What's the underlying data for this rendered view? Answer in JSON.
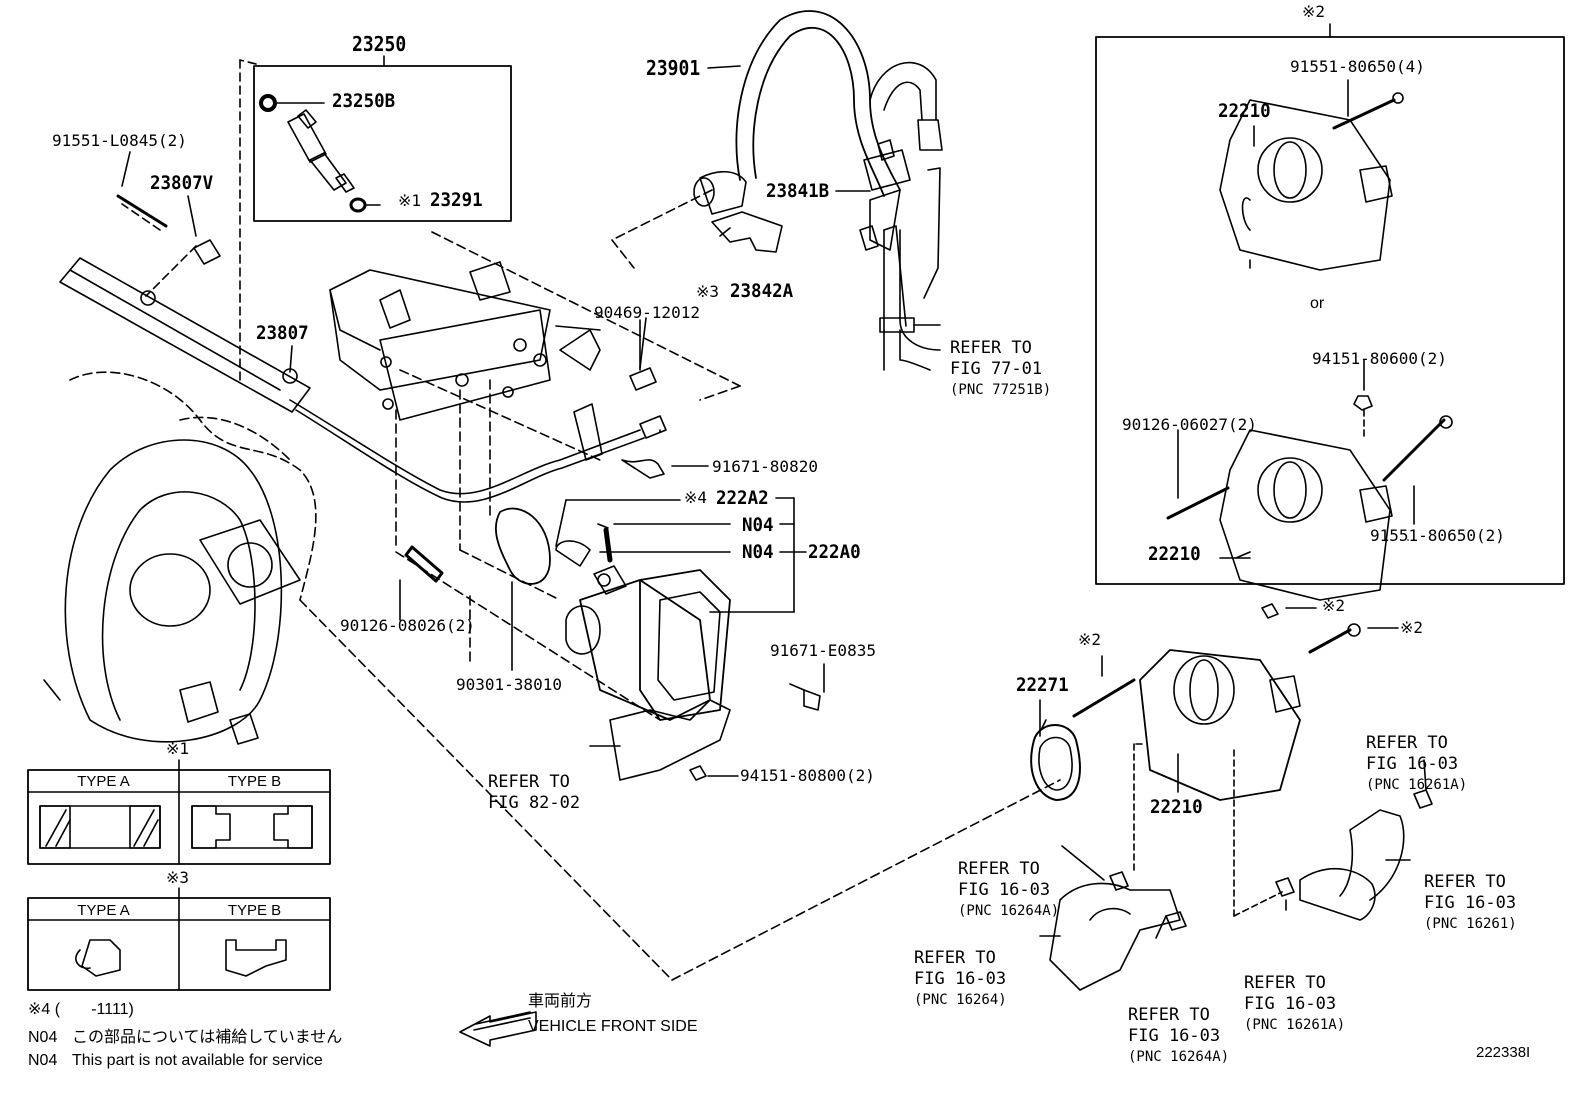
{
  "parts": {
    "p23250": "23250",
    "p23250B": "23250B",
    "p23291": "23291",
    "p23291_mark": "※1",
    "p91551_L0845": "91551-L0845(2)",
    "p23807V": "23807V",
    "p23807": "23807",
    "p23901": "23901",
    "p23841B": "23841B",
    "p23842A": "23842A",
    "p23842A_mark": "※3",
    "p90469": "90469-12012",
    "p91671_80820": "91671-80820",
    "p222A2": "222A2",
    "p222A2_mark": "※4",
    "pN04a": "N04",
    "pN04b": "N04",
    "p222A0": "222A0",
    "p90126_08026": "90126-08026(2)",
    "p90301": "90301-38010",
    "p91671_E0835": "91671-E0835",
    "p94151_80800": "94151-80800(2)",
    "p22271": "22271",
    "p22271_mark": "※2",
    "p22210_main": "22210",
    "mark_nut": "※2",
    "mark_bolt": "※2"
  },
  "refs": {
    "r77": [
      "REFER TO",
      "FIG 77-01",
      "(PNC 77251B)"
    ],
    "r82": [
      "REFER TO",
      "FIG 82-02"
    ],
    "r16261A_top": [
      "REFER TO",
      "FIG 16-03",
      "(PNC 16261A)"
    ],
    "r16261": [
      "REFER TO",
      "FIG 16-03",
      "(PNC 16261)"
    ],
    "r16264A_a": [
      "REFER TO",
      "FIG 16-03",
      "(PNC 16264A)"
    ],
    "r16264": [
      "REFER TO",
      "FIG 16-03",
      "(PNC 16264)"
    ],
    "r16264A_b": [
      "REFER TO",
      "FIG 16-03",
      "(PNC 16264A)"
    ],
    "r16261A_b": [
      "REFER TO",
      "FIG 16-03",
      "(PNC 16261A)"
    ]
  },
  "inset": {
    "mark": "※2",
    "bolt_a": "91551-80650(4)",
    "tb_a": "22210",
    "or": "or",
    "nut": "94151-80600(2)",
    "stud": "90126-06027(2)",
    "bolt_b": "91551-80650(2)",
    "tb_b": "22210"
  },
  "tables": {
    "t1_mark": "※1",
    "t1_a": "TYPE A",
    "t1_b": "TYPE B",
    "t3_mark": "※3",
    "t3_a": "TYPE A",
    "t3_b": "TYPE B"
  },
  "notes": {
    "n4": "※4 (       -1111)",
    "n04_jp_code": "N04",
    "n04_jp": "この部品については補給していません",
    "n04_en_code": "N04",
    "n04_en": "This part is not available for service",
    "dir_jp": "車両前方",
    "dir_en": "VEHICLE FRONT SIDE",
    "fig_id": "222338I"
  }
}
